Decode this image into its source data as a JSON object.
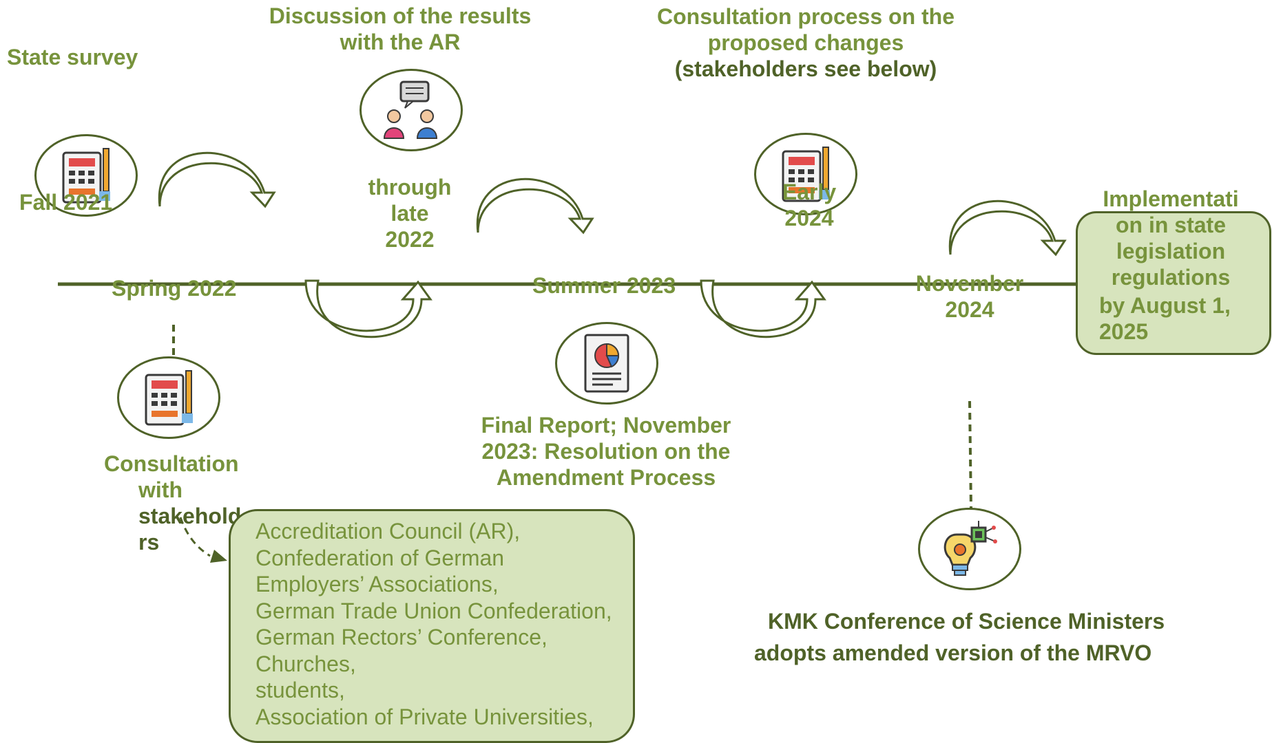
{
  "labels": {
    "state_survey": "State survey",
    "discussion": [
      "Discussion of the results",
      "with the AR"
    ],
    "consultation_process": [
      "Consultation process on the",
      "proposed changes"
    ],
    "stakeholders_note": "(stakeholders see below)",
    "fall_2021": "Fall 2021",
    "through_late_2022": [
      "through",
      "late",
      "2022"
    ],
    "early_2024": [
      "Early",
      "2024"
    ],
    "implementation": [
      "Implementati",
      "on in state",
      "legislation",
      "regulations"
    ],
    "implementation_date": [
      "by August 1,",
      "2025"
    ],
    "spring_2022": "Spring 2022",
    "summer_2023": "Summer 2023",
    "november_2024": [
      "November",
      "2024"
    ],
    "final_report": [
      "Final Report; November",
      "2023: Resolution on the",
      "Amendment Process"
    ],
    "consultation_with": [
      "Consultation",
      "with"
    ],
    "stakeholders_word": [
      "stakeholde",
      "rs"
    ],
    "kmk": [
      "KMK Conference of Science Ministers",
      "adopts amended version of the MRVO"
    ]
  },
  "stakeholders": [
    "Accreditation Council (AR),",
    "Confederation of German",
    "Employers’ Associations,",
    "German Trade Union Confederation,",
    "German Rectors’ Conference,",
    "Churches,",
    "students,",
    "Association of Private Universities,"
  ],
  "icons": [
    "calculator-doc-icon",
    "discussion-people-icon",
    "report-chart-icon",
    "lightbulb-chip-icon"
  ],
  "colors": {
    "accent": "#77933c",
    "dark": "#4f6228",
    "box_fill": "#d7e4bd"
  }
}
